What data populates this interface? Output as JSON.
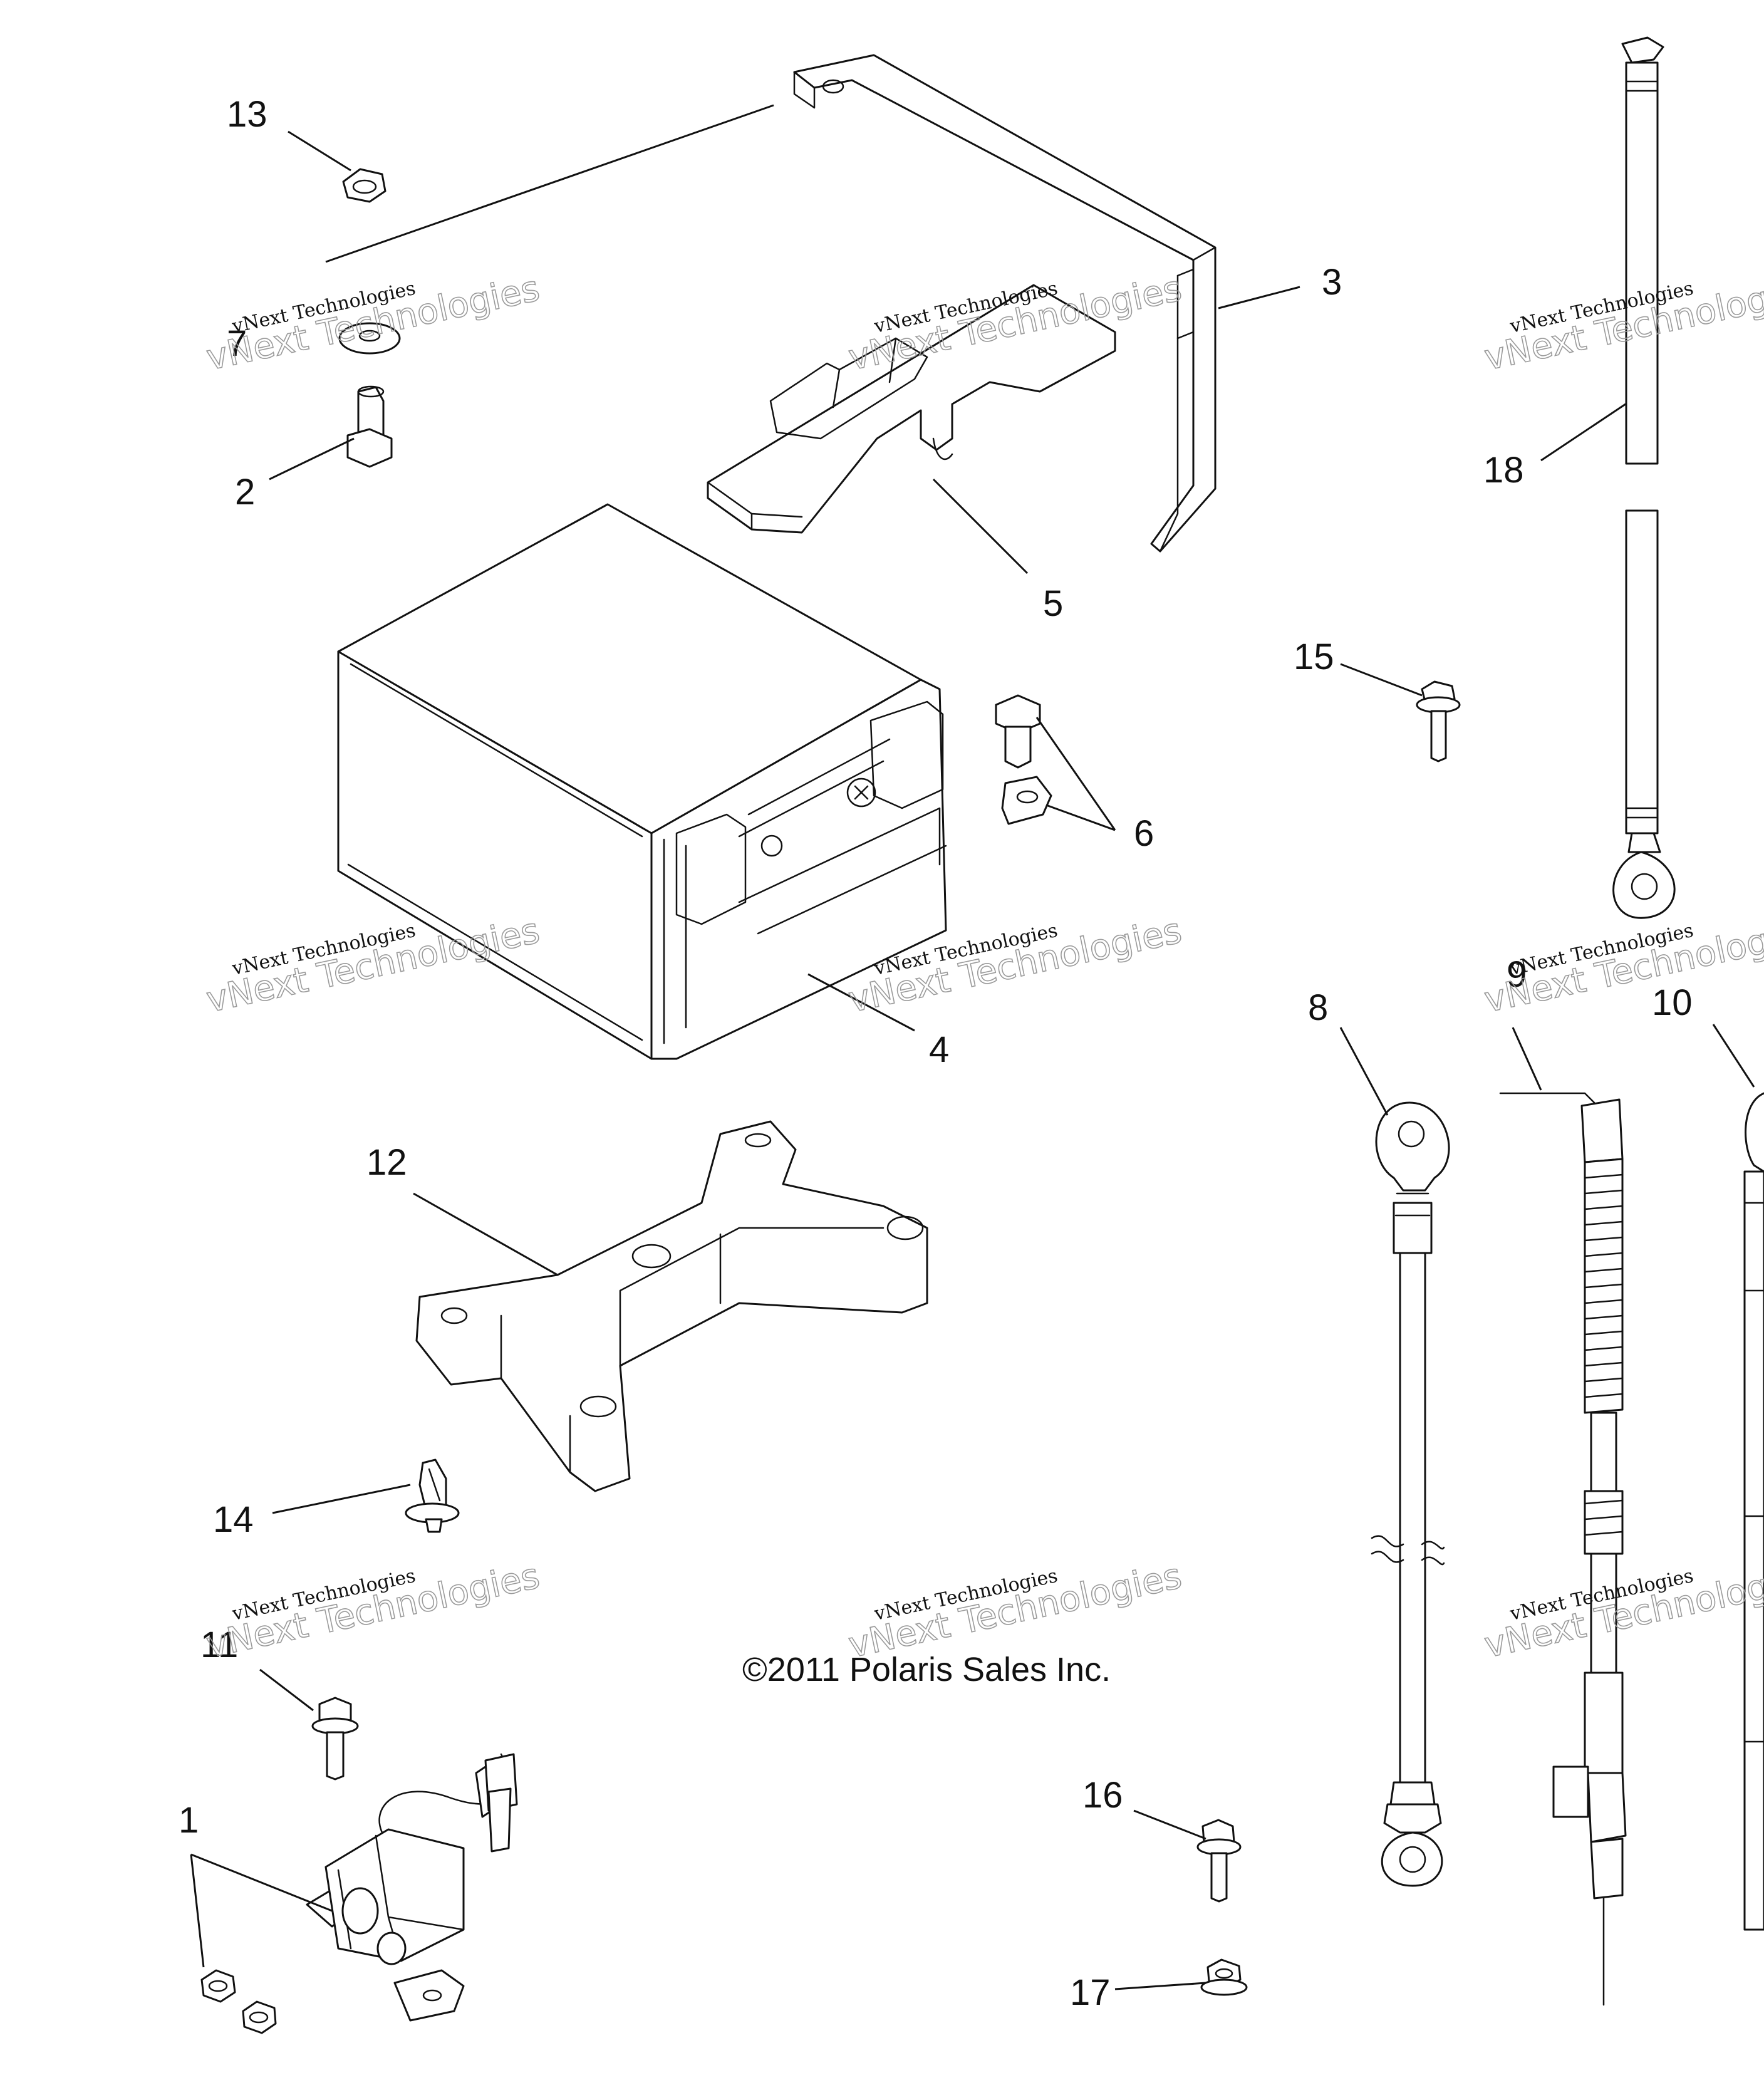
{
  "diagram": {
    "copyright": "©2011 Polaris Sales Inc.",
    "watermark": {
      "line1": "vNext Technologies",
      "line2": "vNext Technologies"
    },
    "callouts": {
      "c1": "1",
      "c2": "2",
      "c3": "3",
      "c4": "4",
      "c5": "5",
      "c6": "6",
      "c7": "7",
      "c8": "8",
      "c9": "9",
      "c10": "10",
      "c11": "11",
      "c12": "12",
      "c13": "13",
      "c14": "14",
      "c15": "15",
      "c16": "16",
      "c17": "17",
      "c18": "18"
    }
  },
  "colors": {
    "line": "#111111",
    "background": "#ffffff",
    "watermark": "#9a9a9a"
  }
}
